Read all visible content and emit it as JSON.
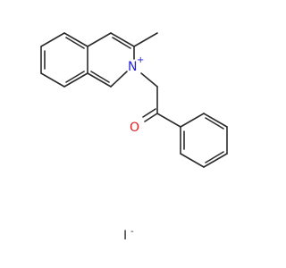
{
  "molecule": {
    "atoms": {
      "nitrogen": "N",
      "nitrogen_charge": "+",
      "oxygen": "O",
      "iodine": "I",
      "iodine_charge": "-"
    },
    "colors": {
      "bond": "#2b2b2b",
      "nitrogen": "#2020e0",
      "oxygen": "#e02020",
      "iodine": "#2b2b2b"
    }
  }
}
